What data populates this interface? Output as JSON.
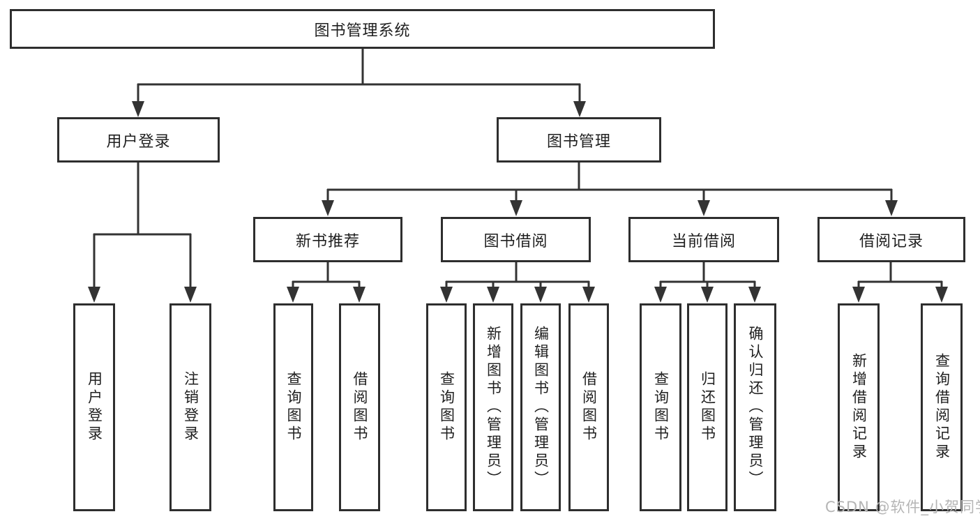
{
  "tree": {
    "label": "图书管理系统",
    "children": [
      {
        "label": "用户登录",
        "children": [
          {
            "label": "用户登录"
          },
          {
            "label": "注销登录"
          }
        ]
      },
      {
        "label": "图书管理",
        "children": [
          {
            "label": "新书推荐",
            "children": [
              {
                "label": "查询图书"
              },
              {
                "label": "借阅图书"
              }
            ]
          },
          {
            "label": "图书借阅",
            "children": [
              {
                "label": "查询图书"
              },
              {
                "label": "新增图书（管理员）"
              },
              {
                "label": "编辑图书（管理员）"
              },
              {
                "label": "借阅图书"
              }
            ]
          },
          {
            "label": "当前借阅",
            "children": [
              {
                "label": "查询图书"
              },
              {
                "label": "归还图书"
              },
              {
                "label": "确认归还（管理员）"
              }
            ]
          },
          {
            "label": "借阅记录",
            "children": [
              {
                "label": "新增借阅记录"
              },
              {
                "label": "查询借阅记录"
              }
            ]
          }
        ]
      }
    ]
  },
  "watermark": {
    "text": "CSDN @软件_小贺同学",
    "color": "#b5b5b5"
  },
  "colors": {
    "background": "#ffffff",
    "line": "#333333",
    "box_border": "#2e2e2e",
    "text": "#1f1f1f"
  }
}
